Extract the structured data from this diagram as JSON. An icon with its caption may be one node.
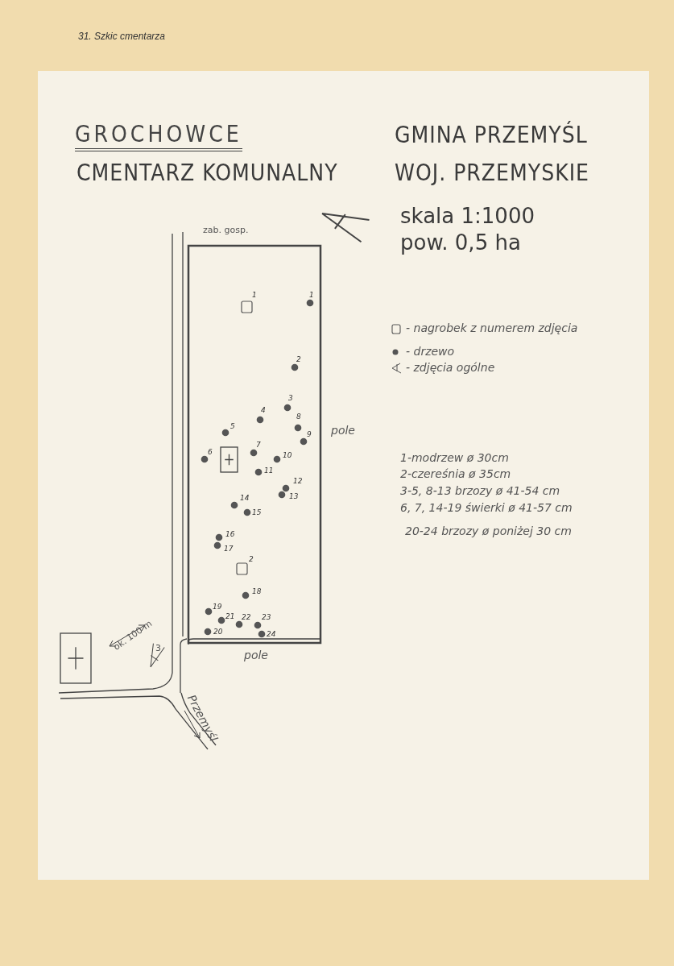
{
  "diagram": {
    "title": "GROCHOWCE",
    "caption": "31. Szkic cmentarza",
    "labels": [
      "CMENTARZ KOMUNALNY",
      "GMINA PRZEMYŚL",
      "WOJ. PRZEMYSKIE",
      "skala 1:1000",
      "pow. 0,5 ha",
      "zab. gosp.",
      "pole",
      "pole",
      "ok. 100 m",
      "Przemyśl",
      "3",
      "1",
      "2",
      "1",
      "2",
      "3",
      "4",
      "5",
      "6",
      "7",
      "8",
      "9",
      "10",
      "11",
      "12",
      "13",
      "14",
      "15",
      "16",
      "17",
      "18",
      "19",
      "20",
      "21",
      "22",
      "23",
      "24",
      "1-modrzew ø 30cm",
      "2-czereśnia ø 35cm",
      "3-5, 8-13 brzozy ø 41-54 cm",
      "6, 7, 14-19 świerki ø 41-57 cm",
      "20-24 brzozy ø poniżej 30 cm"
    ],
    "legend": [
      {
        "text": "- nagrobek z numerem zdjęcia"
      },
      {
        "text": "- drzewo"
      },
      {
        "text": "- zdjęcia ogólne"
      }
    ]
  }
}
